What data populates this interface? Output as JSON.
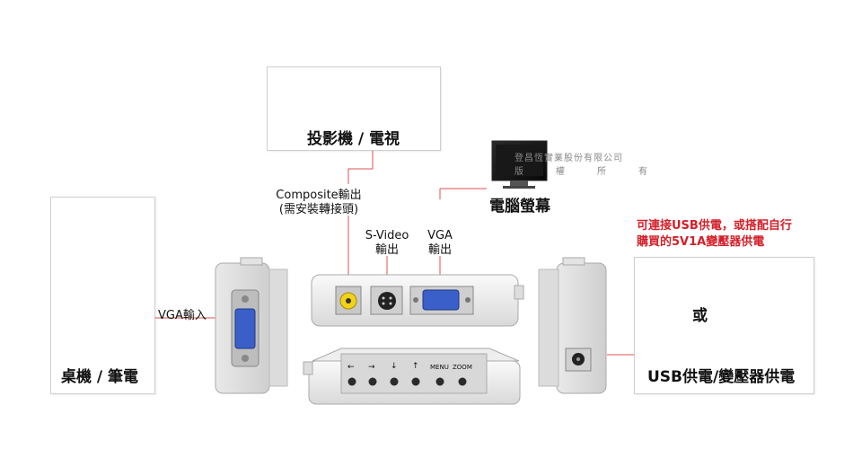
{
  "projector_tv": {
    "caption": "投影機 / 電視"
  },
  "monitor": {
    "caption": "電腦螢幕"
  },
  "watermark": {
    "line1": "登昌恆實業股份有限公司",
    "line2": "版　權　所　有"
  },
  "composite": {
    "line1": "Composite輸出",
    "line2": "(需安裝轉接頭)"
  },
  "svideo": {
    "line1": "S-Video",
    "line2": "輸出"
  },
  "vga_out": {
    "line1": "VGA",
    "line2": "輸出"
  },
  "vga_in": {
    "label": "VGA輸入"
  },
  "computer": {
    "caption": "桌機 / 筆電"
  },
  "power": {
    "note_line1": "可連接USB供電，或搭配自行",
    "note_line2": "購買的5V1A變壓器供電",
    "or": "或",
    "caption": "USB供電/變壓器供電"
  },
  "front_panel": {
    "button_labels": [
      "←",
      "→",
      "↓",
      "↑",
      "MENU",
      "ZOOM"
    ]
  },
  "colors": {
    "accent_red": "#d3202a",
    "vga_blue": "#3a5fc8",
    "composite_yellow": "#f2d21a",
    "line_red": "#e05050"
  }
}
